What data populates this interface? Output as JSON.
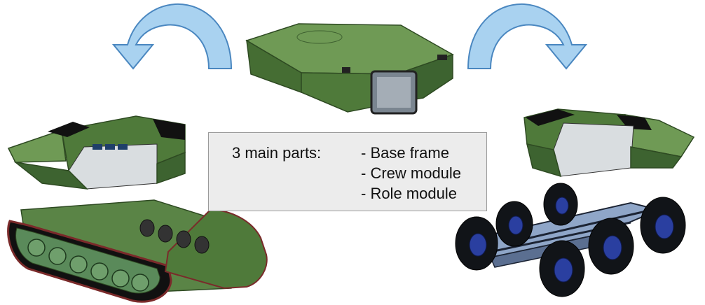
{
  "caption": {
    "lead": "3 main parts:",
    "items": [
      "- Base frame",
      "- Crew module",
      "- Role module"
    ]
  },
  "colors": {
    "module_green": "#4f7a3a",
    "module_green_light": "#6f9a55",
    "arrow_blue": "#a9d2f0",
    "arrow_outline": "#4a87c0",
    "track_rim": "#7a2a2a",
    "tire": "#111418",
    "hub_blue": "#2a3fa0",
    "chassis_blue": "#8fa6c8",
    "textbox_fill": "#ececec"
  },
  "icons": [
    "rotate-left-arrow-icon",
    "rotate-right-arrow-icon"
  ],
  "parts": [
    "role-module",
    "crew-module-left",
    "crew-module-right",
    "tracked-base-frame",
    "wheeled-base-frame"
  ]
}
